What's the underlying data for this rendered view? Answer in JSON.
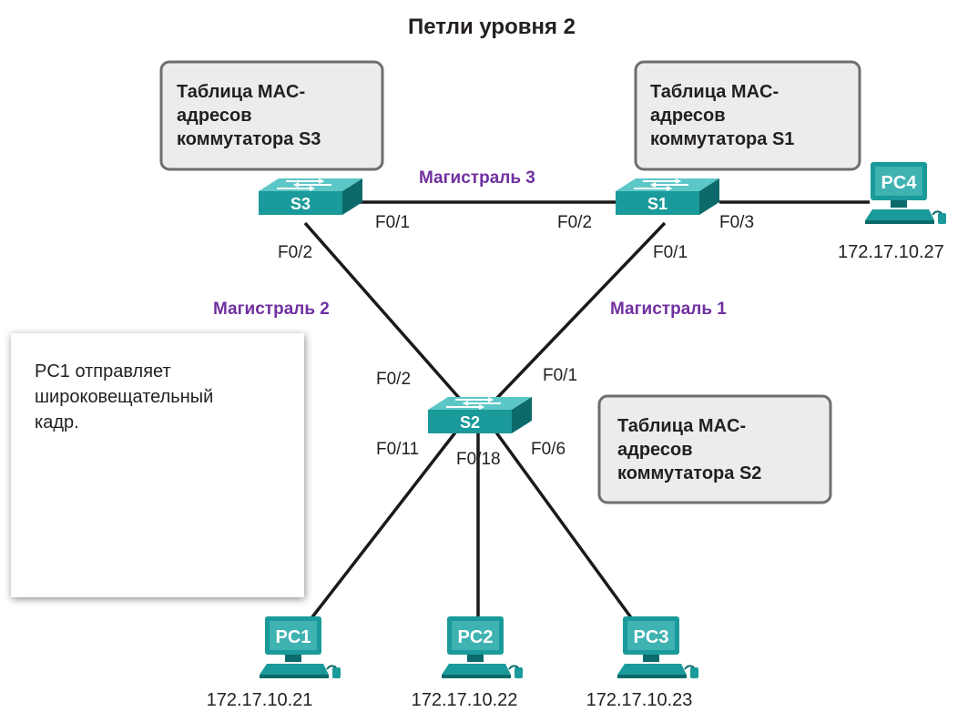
{
  "title": "Петли уровня 2",
  "mac_tables": {
    "s3": [
      "Таблица MAC-",
      "адресов",
      "коммутатора S3"
    ],
    "s1": [
      "Таблица MAC-",
      "адресов",
      "коммутатора S1"
    ],
    "s2": [
      "Таблица MAC-",
      "адресов",
      "коммутатора S2"
    ]
  },
  "switches": {
    "s3": "S3",
    "s1": "S1",
    "s2": "S2"
  },
  "trunks": {
    "t1": "Магистраль 1",
    "t2": "Магистраль 2",
    "t3": "Магистраль 3"
  },
  "ports": {
    "s3_f01": "F0/1",
    "s3_f02": "F0/2",
    "s1_f02": "F0/2",
    "s1_f03": "F0/3",
    "s1_f01": "F0/1",
    "s2_f02": "F0/2",
    "s2_f01": "F0/1",
    "s2_f011": "F0/11",
    "s2_f018": "F0/18",
    "s2_f06": "F0/6"
  },
  "pcs": [
    {
      "label": "PC1",
      "ip": "172.17.10.21"
    },
    {
      "label": "PC2",
      "ip": "172.17.10.22"
    },
    {
      "label": "PC3",
      "ip": "172.17.10.23"
    },
    {
      "label": "PC4",
      "ip": "172.17.10.27"
    }
  ],
  "note": [
    "PC1 отправляет",
    "широковещательный",
    "кадр."
  ],
  "colors": {
    "device": "#1a9a9a",
    "device_light": "#5cc7c7",
    "device_dark": "#0c6a6a",
    "trunk_text": "#7030a0",
    "mac_box_fill": "#ececec",
    "mac_box_border": "#6d6e71"
  }
}
